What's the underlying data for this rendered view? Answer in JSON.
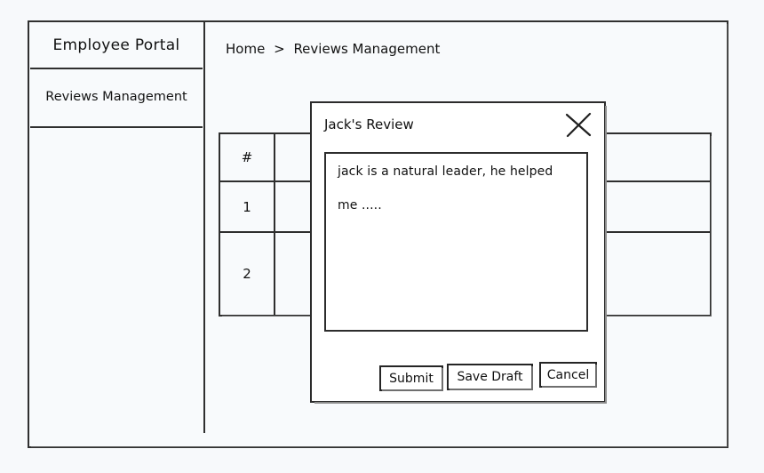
{
  "sidebar": {
    "brand": "Employee Portal",
    "items": [
      {
        "label": "Reviews Management"
      }
    ]
  },
  "breadcrumb": {
    "root": "Home",
    "separator": ">",
    "current": "Reviews Management"
  },
  "table": {
    "columns": [
      "#"
    ],
    "rows": [
      {
        "index": "1"
      },
      {
        "index": "2"
      }
    ]
  },
  "modal": {
    "title": "Jack's Review",
    "close_icon": "close-x-icon",
    "textarea": {
      "line1": "jack is a natural leader, he helped",
      "line2": "me ....."
    },
    "buttons": {
      "submit": "Submit",
      "save_draft": "Save Draft",
      "cancel": "Cancel"
    }
  },
  "colors": {
    "page_background": "#f7f9fb",
    "panel_background": "#f8fafc",
    "modal_background": "#ffffff",
    "ink": "#2b2b2b",
    "shadow": "#8d8d8d"
  }
}
